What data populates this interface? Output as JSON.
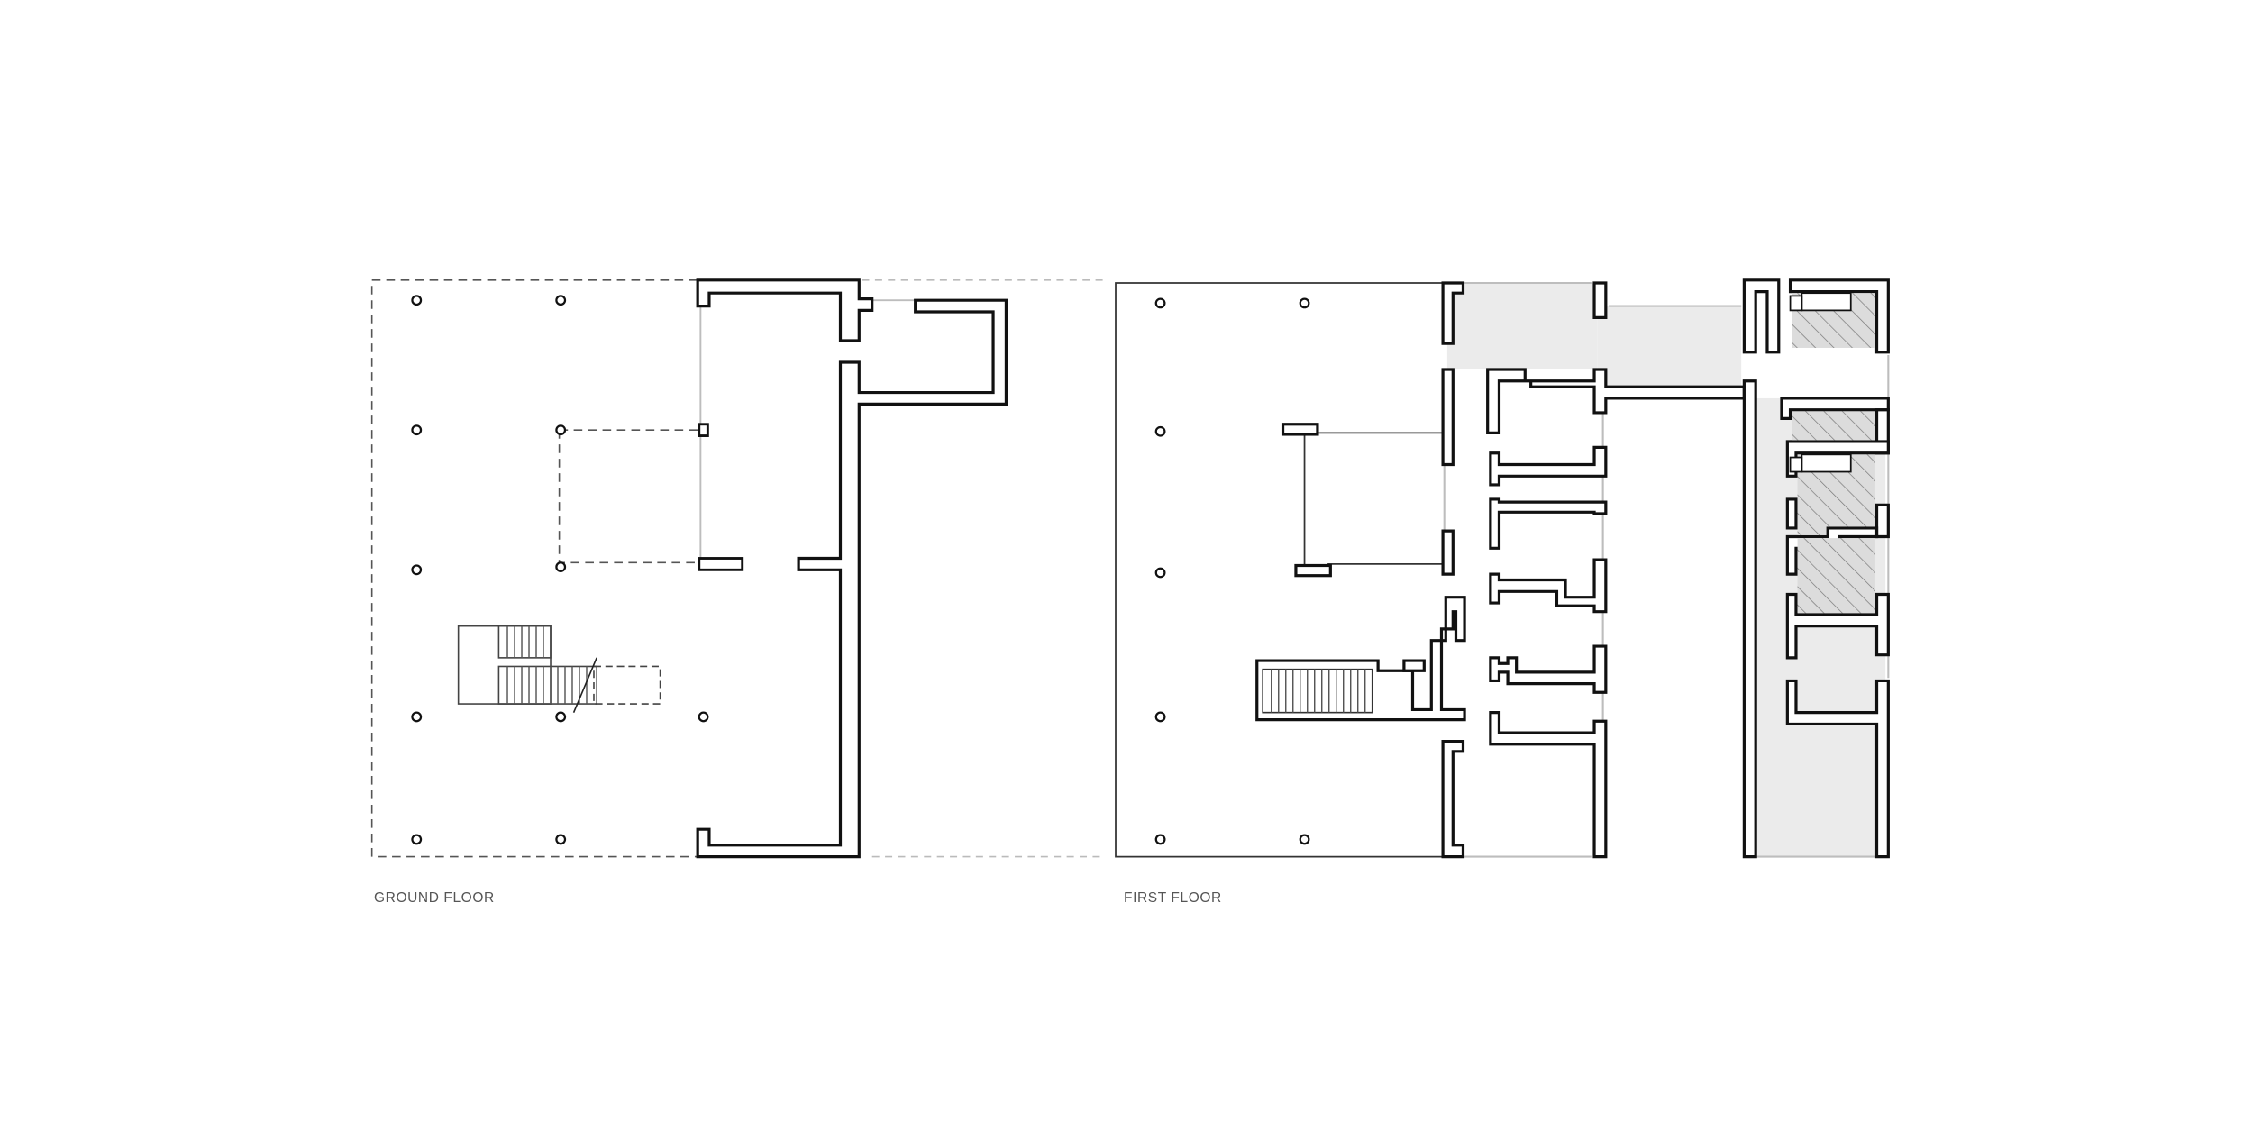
{
  "drawings": [
    {
      "id": "ground",
      "label": "GROUND FLOOR"
    },
    {
      "id": "first",
      "label": "FIRST FLOOR"
    }
  ],
  "colors": {
    "wall": "#111111",
    "outline": "#222222",
    "dashed": "#555555",
    "thin": "#333333",
    "light_edge": "#bdbdbd",
    "fill_gray": "#ebebeb",
    "hatch": "#7a7a7a",
    "label": "#555555"
  }
}
